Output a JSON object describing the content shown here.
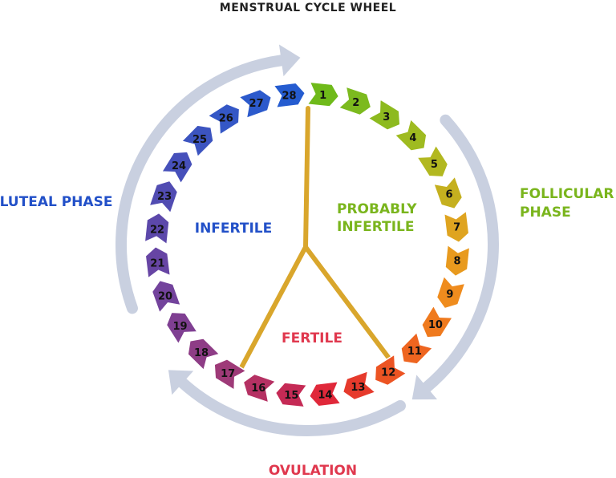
{
  "title": "MENSTRUAL CYCLE WHEEL",
  "phases": {
    "luteal": "LUTEAL PHASE",
    "follicular_line1": "FOLLICULAR",
    "follicular_line2": "PHASE",
    "ovulation": "OVULATION"
  },
  "regions": {
    "infertile": "INFERTILE",
    "probably_line1": "PROBABLY",
    "probably_line2": "INFERTILE",
    "fertile": "FERTILE"
  },
  "days": [
    {
      "day": "1",
      "color": "#6fba1a"
    },
    {
      "day": "2",
      "color": "#7cba1e"
    },
    {
      "day": "3",
      "color": "#8dba1f"
    },
    {
      "day": "4",
      "color": "#9fbb20"
    },
    {
      "day": "5",
      "color": "#b2b820"
    },
    {
      "day": "6",
      "color": "#c5b01f"
    },
    {
      "day": "7",
      "color": "#dfa420"
    },
    {
      "day": "8",
      "color": "#e89a1e"
    },
    {
      "day": "9",
      "color": "#ef8c1e"
    },
    {
      "day": "10",
      "color": "#ef7a1e"
    },
    {
      "day": "11",
      "color": "#ee6520"
    },
    {
      "day": "12",
      "color": "#ec5423"
    },
    {
      "day": "13",
      "color": "#e63a2c"
    },
    {
      "day": "14",
      "color": "#e0283a"
    },
    {
      "day": "15",
      "color": "#c52a55"
    },
    {
      "day": "16",
      "color": "#b53163"
    },
    {
      "day": "17",
      "color": "#9e3a78"
    },
    {
      "day": "18",
      "color": "#8e3d86"
    },
    {
      "day": "19",
      "color": "#7f3f92"
    },
    {
      "day": "20",
      "color": "#73439c"
    },
    {
      "day": "21",
      "color": "#6745a4"
    },
    {
      "day": "22",
      "color": "#5c48aa"
    },
    {
      "day": "23",
      "color": "#514cb2"
    },
    {
      "day": "24",
      "color": "#4650ba"
    },
    {
      "day": "25",
      "color": "#3c54c0"
    },
    {
      "day": "26",
      "color": "#3457c6"
    },
    {
      "day": "27",
      "color": "#2c5acc"
    },
    {
      "day": "28",
      "color": "#255cd0"
    }
  ],
  "colors": {
    "luteal": "#2250c8",
    "follicular": "#7ab51d",
    "fertile": "#e0384e",
    "probably": "#7ab51d",
    "divider": "#d9a62c",
    "arrow": "#c9d0e0",
    "title": "#222222"
  }
}
